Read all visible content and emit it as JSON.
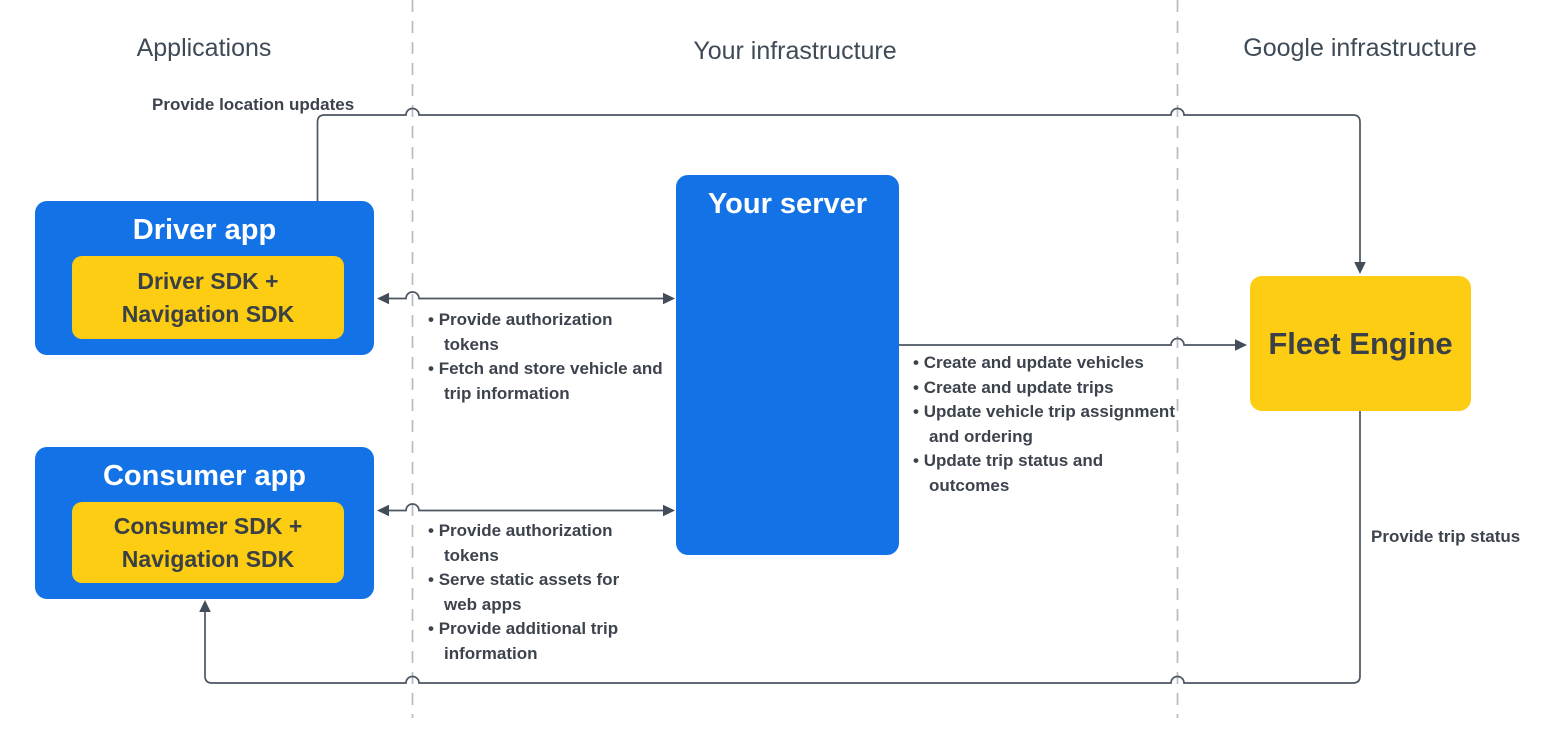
{
  "lanes": {
    "applications": "Applications",
    "your_infrastructure": "Your infrastructure",
    "google_infrastructure": "Google infrastructure"
  },
  "nodes": {
    "driver_app": {
      "title": "Driver app",
      "sdk": "Driver SDK + Navigation SDK"
    },
    "consumer_app": {
      "title": "Consumer app",
      "sdk": "Consumer SDK + Navigation SDK"
    },
    "your_server": {
      "title": "Your server"
    },
    "fleet_engine": {
      "title": "Fleet Engine"
    }
  },
  "edges": {
    "location_updates_label": "Provide location updates",
    "trip_status_label": "Provide trip status",
    "driver_server_bullets": [
      "Provide authorization tokens",
      "Fetch and store vehicle and trip information"
    ],
    "consumer_server_bullets": [
      "Provide authorization tokens",
      "Serve static assets for web apps",
      "Provide additional trip information"
    ],
    "server_fleet_bullets": [
      "Create and update vehicles",
      "Create and update trips",
      "Update vehicle trip assignment and ordering",
      "Update trip status and outcomes"
    ]
  },
  "colors": {
    "node_blue": "#1372e6",
    "node_yellow": "#fccd12",
    "connector_line": "#4c5562",
    "lane_divider": "#b7bbc2",
    "text_dark": "#3d434d",
    "header_text": "#3f4a57",
    "node_text_light": "#ffffff"
  }
}
